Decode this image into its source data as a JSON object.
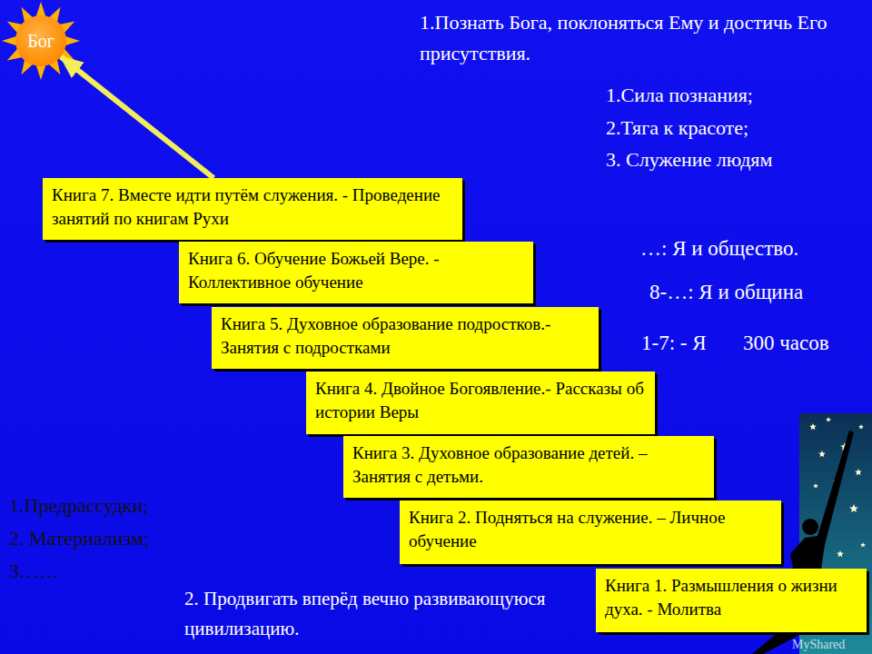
{
  "diagram": {
    "nodes": [
      {
        "text": [
          "Бог"
        ]
      },
      {
        "text": [
          "Книга 7. Вместе идти путём служения. - Проведение занятий по книгам Рухи"
        ]
      },
      {
        "text": [
          "Книга 6. Обучение Божьей Вере. - Коллективное обучение"
        ]
      },
      {
        "text": [
          "Книга 5. Духовное образование подростков.-Занятия с подростками"
        ]
      },
      {
        "text": [
          "Книга 4. Двойное Богоявление.- Рассказы об истории Веры"
        ]
      },
      {
        "text": [
          "Книга 3. Духовное образование детей. – Занятия с детьми."
        ]
      },
      {
        "text": [
          "Книга 2. Подняться на служение. – Личное обучение"
        ]
      },
      {
        "text": [
          "Книга 1. Размышления о жизни духа. - Молитва"
        ]
      }
    ],
    "edges": [
      {
        "from": 1,
        "to": 0,
        "arrow": "to"
      }
    ],
    "labels": [
      "1.Познать Бога, поклоняться Ему и достичь Его присутствия.",
      "1.Сила познания;",
      "2.Тяга к красоте;",
      "3. Служение людям",
      "…: Я и общество.",
      "8-…: Я и община",
      "1-7: - Я",
      "300 часов",
      "1.Предрассудки;",
      "2. Материализм;",
      "3……",
      "2. Продвигать вперёд вечно развивающуюся цивилизацию.",
      "MyShared"
    ]
  }
}
